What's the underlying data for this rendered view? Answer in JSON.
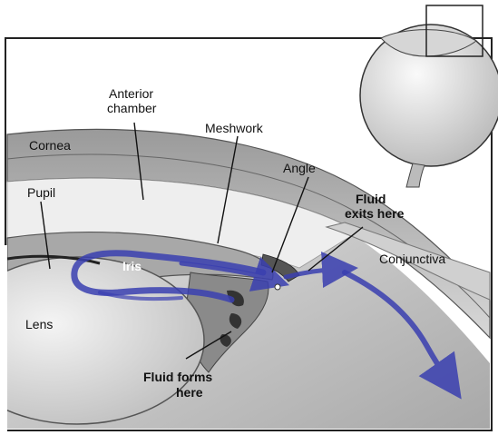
{
  "labels": {
    "anterior_chamber_line1": "Anterior",
    "anterior_chamber_line2": "chamber",
    "meshwork": "Meshwork",
    "cornea": "Cornea",
    "angle": "Angle",
    "pupil": "Pupil",
    "fluid_exits_line1": "Fluid",
    "fluid_exits_line2": "exits here",
    "conjunctiva": "Conjunctiva",
    "iris": "Iris",
    "lens": "Lens",
    "fluid_forms_line1": "Fluid forms",
    "fluid_forms_line2": "here"
  },
  "colors": {
    "fluid_flow": "#3a3fb0",
    "tissue_gray": "#c9c9c9",
    "tissue_dark": "#8a8a8a",
    "lens": "#dcdcdc"
  }
}
